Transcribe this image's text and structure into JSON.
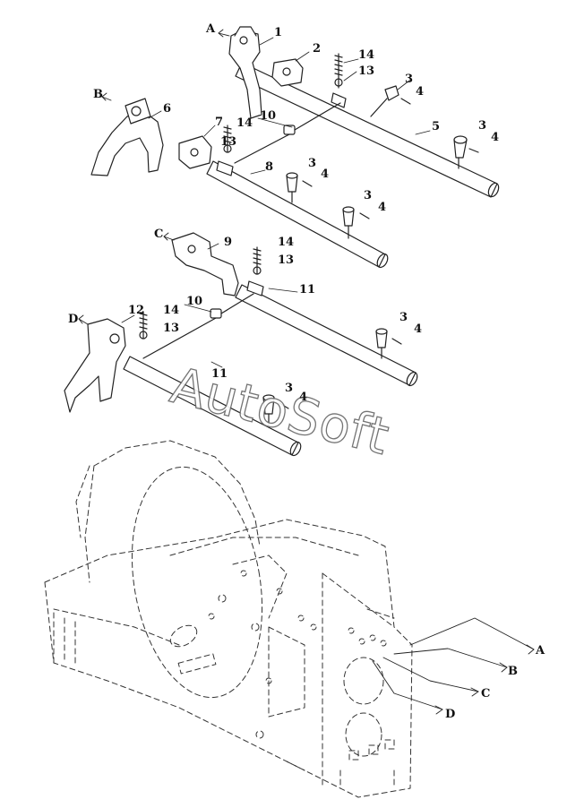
{
  "watermark": "AutoSoft",
  "callouts": {
    "n1": "1",
    "n2": "2",
    "n3": "3",
    "n4": "4",
    "n5": "5",
    "n6": "6",
    "n7": "7",
    "n8": "8",
    "n9": "9",
    "n10": "10",
    "n11": "11",
    "n12": "12",
    "n13": "13",
    "n14": "14"
  },
  "arrows": {
    "a": "A",
    "b": "B",
    "c": "C",
    "d": "D"
  }
}
